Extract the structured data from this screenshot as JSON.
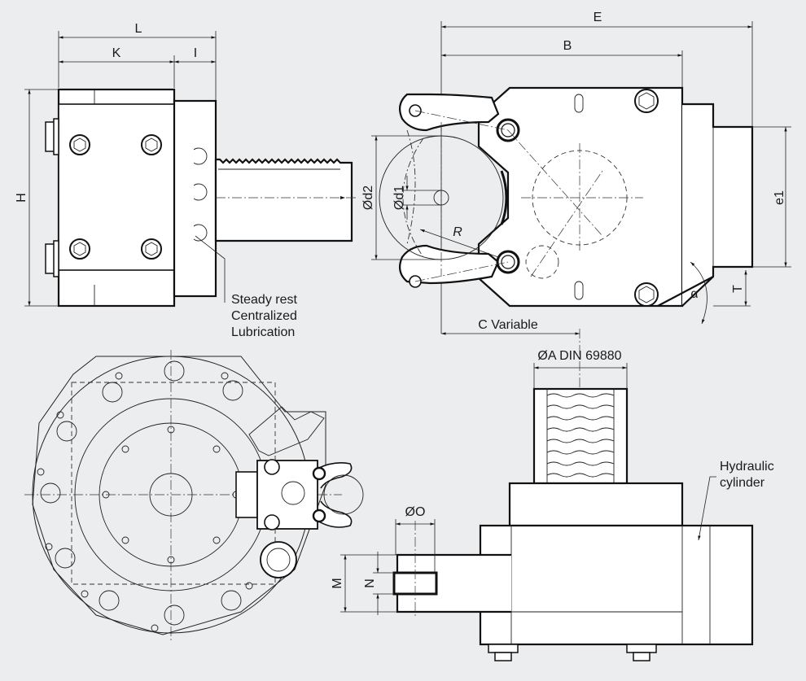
{
  "dimension_labels": {
    "L": "L",
    "K": "K",
    "I": "I",
    "H": "H",
    "E": "E",
    "B": "B",
    "d2": "Ød2",
    "d1": "Ød1",
    "R": "R",
    "e1": "e1",
    "alpha": "α",
    "T": "T",
    "C": "C Variable",
    "A": "ØA DIN 69880",
    "O": "ØO",
    "M": "M",
    "N": "N"
  },
  "annotations": {
    "steady_rest": [
      "Steady rest",
      "Centralized",
      "Lubrication"
    ],
    "hydraulic": [
      "Hydraulic",
      "cylinder"
    ]
  },
  "colors": {
    "background": "#ecedef",
    "line": "#111111"
  }
}
